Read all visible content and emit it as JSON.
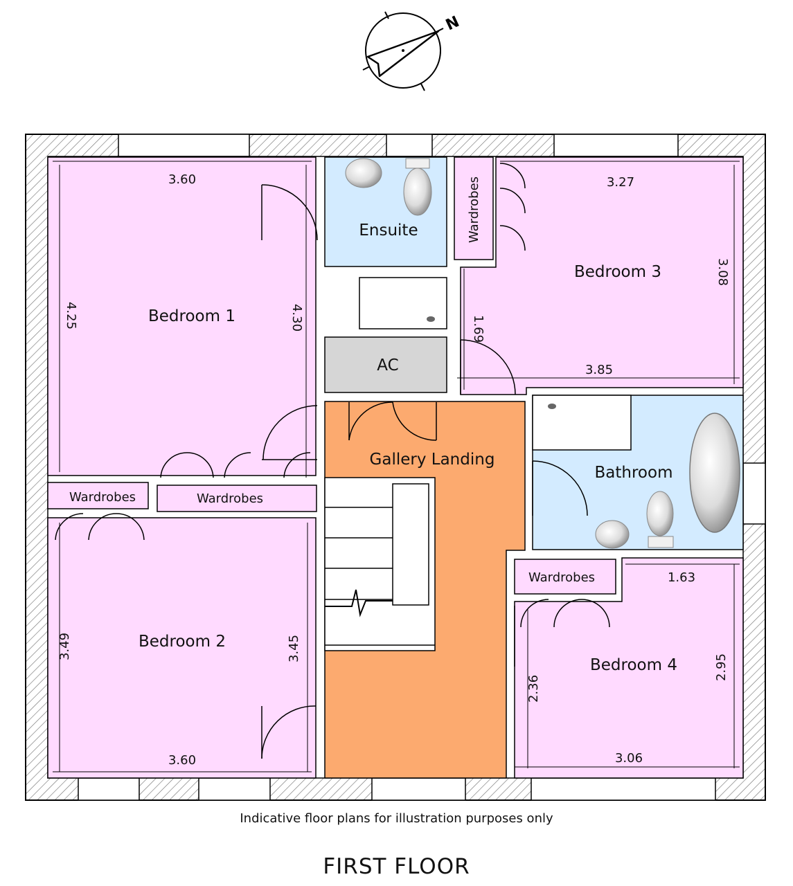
{
  "colors": {
    "bedroom": "#ffdaff",
    "wet_room": "#d3ebff",
    "landing": "#fcaa6f",
    "ac": "#d6d6d6",
    "wall_hatch": "#777777"
  },
  "compass": {
    "label": "N"
  },
  "rooms": {
    "bedroom1": "Bedroom 1",
    "bedroom2": "Bedroom 2",
    "bedroom3": "Bedroom 3",
    "bedroom4": "Bedroom 4",
    "ensuite": "Ensuite",
    "ac": "AC",
    "gallery_landing": "Gallery Landing",
    "bathroom": "Bathroom",
    "wardrobes": "Wardrobes"
  },
  "dimensions": {
    "b1_top": "3.60",
    "b1_left": "4.25",
    "b1_right": "4.30",
    "b2_left": "3.49",
    "b2_right": "3.45",
    "b2_bottom": "3.60",
    "b3_top": "3.27",
    "b3_right": "3.08",
    "b3_inner": "1.69",
    "b3_bottom": "3.85",
    "b4_top": "1.63",
    "b4_inner": "2.36",
    "b4_right": "2.95",
    "b4_bottom": "3.06"
  },
  "disclaimer": "Indicative floor plans for illustration purposes only",
  "floor_title": "FIRST FLOOR"
}
